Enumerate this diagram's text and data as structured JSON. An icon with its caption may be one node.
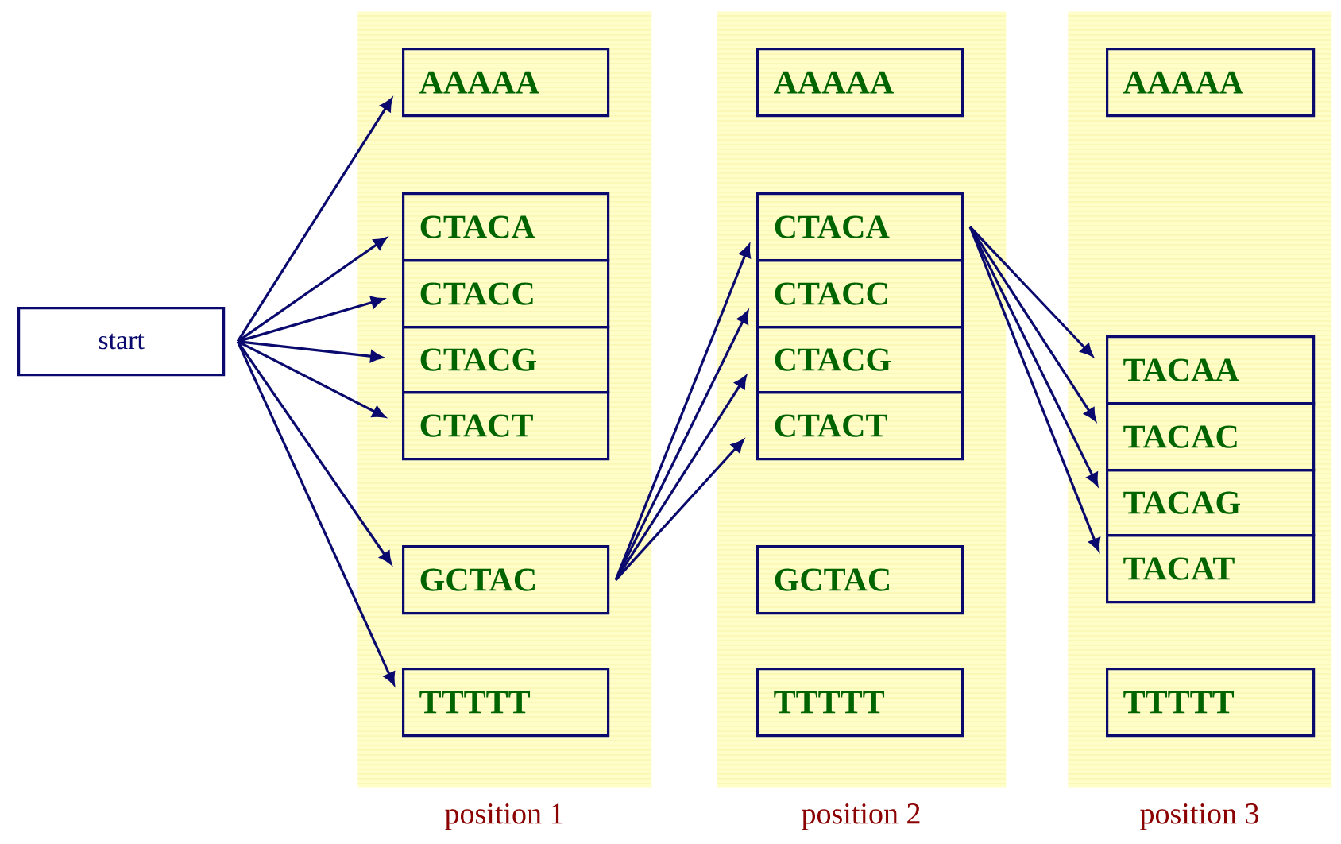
{
  "diagram": {
    "nodes": [
      {
        "text": [
          "start"
        ]
      },
      {
        "text": [
          "position 1"
        ]
      },
      {
        "text": [
          "AAAAA"
        ],
        "in": 1
      },
      {
        "text": [
          "CTACA"
        ],
        "in": 1
      },
      {
        "text": [
          "CTACC"
        ],
        "in": 1
      },
      {
        "text": [
          "CTACG"
        ],
        "in": 1
      },
      {
        "text": [
          "CTACT"
        ],
        "in": 1
      },
      {
        "text": [
          "GCTAC"
        ],
        "in": 1
      },
      {
        "text": [
          "TTTTT"
        ],
        "in": 1
      },
      {
        "text": [
          "position 2"
        ]
      },
      {
        "text": [
          "AAAAA"
        ],
        "in": 9
      },
      {
        "text": [
          "CTACA"
        ],
        "in": 9
      },
      {
        "text": [
          "CTACC"
        ],
        "in": 9
      },
      {
        "text": [
          "CTACG"
        ],
        "in": 9
      },
      {
        "text": [
          "CTACT"
        ],
        "in": 9
      },
      {
        "text": [
          "GCTAC"
        ],
        "in": 9
      },
      {
        "text": [
          "TTTTT"
        ],
        "in": 9
      },
      {
        "text": [
          "position 3"
        ]
      },
      {
        "text": [
          "AAAAA"
        ],
        "in": 17
      },
      {
        "text": [
          "TACAA"
        ],
        "in": 17
      },
      {
        "text": [
          "TACAC"
        ],
        "in": 17
      },
      {
        "text": [
          "TACAG"
        ],
        "in": 17
      },
      {
        "text": [
          "TACAT"
        ],
        "in": 17
      },
      {
        "text": [
          "TTTTT"
        ],
        "in": 17
      }
    ],
    "edges": [
      {
        "from": 0,
        "to": 2,
        "arrow": "to"
      },
      {
        "from": 0,
        "to": 3,
        "arrow": "to"
      },
      {
        "from": 0,
        "to": 4,
        "arrow": "to"
      },
      {
        "from": 0,
        "to": 5,
        "arrow": "to"
      },
      {
        "from": 0,
        "to": 6,
        "arrow": "to"
      },
      {
        "from": 0,
        "to": 7,
        "arrow": "to"
      },
      {
        "from": 0,
        "to": 8,
        "arrow": "to"
      },
      {
        "from": 7,
        "to": 11,
        "arrow": "to"
      },
      {
        "from": 7,
        "to": 12,
        "arrow": "to"
      },
      {
        "from": 7,
        "to": 13,
        "arrow": "to"
      },
      {
        "from": 7,
        "to": 14,
        "arrow": "to"
      },
      {
        "from": 11,
        "to": 19,
        "arrow": "to"
      },
      {
        "from": 11,
        "to": 20,
        "arrow": "to"
      },
      {
        "from": 11,
        "to": 21,
        "arrow": "to"
      },
      {
        "from": 11,
        "to": 22,
        "arrow": "to"
      }
    ]
  }
}
